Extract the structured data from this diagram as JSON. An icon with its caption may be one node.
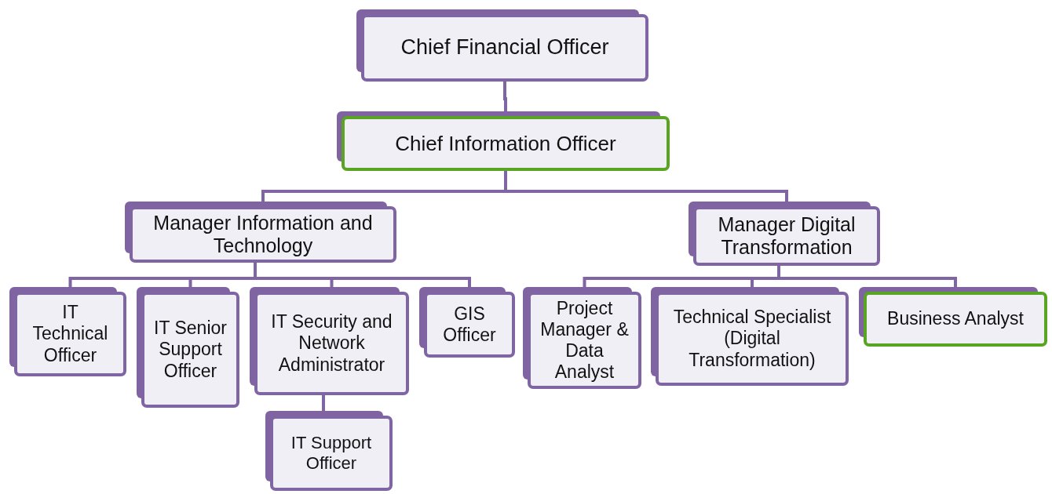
{
  "diagram": {
    "nodes": [
      {
        "text": [
          "Chief Financial Officer"
        ]
      },
      {
        "text": [
          "Chief Information Officer"
        ]
      },
      {
        "text": [
          "Manager Information and Technology"
        ]
      },
      {
        "text": [
          "Manager Digital Transformation"
        ]
      },
      {
        "text": [
          "IT Technical Officer"
        ]
      },
      {
        "text": [
          "IT Senior Support Officer"
        ]
      },
      {
        "text": [
          "IT Security and Network Administrator"
        ]
      },
      {
        "text": [
          "GIS Officer"
        ]
      },
      {
        "text": [
          "IT Support Officer"
        ]
      },
      {
        "text": [
          "Project Manager & Data Analyst"
        ]
      },
      {
        "text": [
          "Technical Specialist (Digital Transformation)"
        ]
      },
      {
        "text": [
          "Business Analyst"
        ]
      }
    ],
    "edges": [
      {
        "from": 0,
        "to": 1,
        "arrow": "none"
      },
      {
        "from": 1,
        "to": 2,
        "arrow": "none"
      },
      {
        "from": 1,
        "to": 3,
        "arrow": "none"
      },
      {
        "from": 2,
        "to": 4,
        "arrow": "none"
      },
      {
        "from": 2,
        "to": 5,
        "arrow": "none"
      },
      {
        "from": 2,
        "to": 6,
        "arrow": "none"
      },
      {
        "from": 2,
        "to": 7,
        "arrow": "none"
      },
      {
        "from": 6,
        "to": 8,
        "arrow": "none"
      },
      {
        "from": 3,
        "to": 9,
        "arrow": "none"
      },
      {
        "from": 3,
        "to": 10,
        "arrow": "none"
      },
      {
        "from": 3,
        "to": 11,
        "arrow": "none"
      }
    ]
  }
}
